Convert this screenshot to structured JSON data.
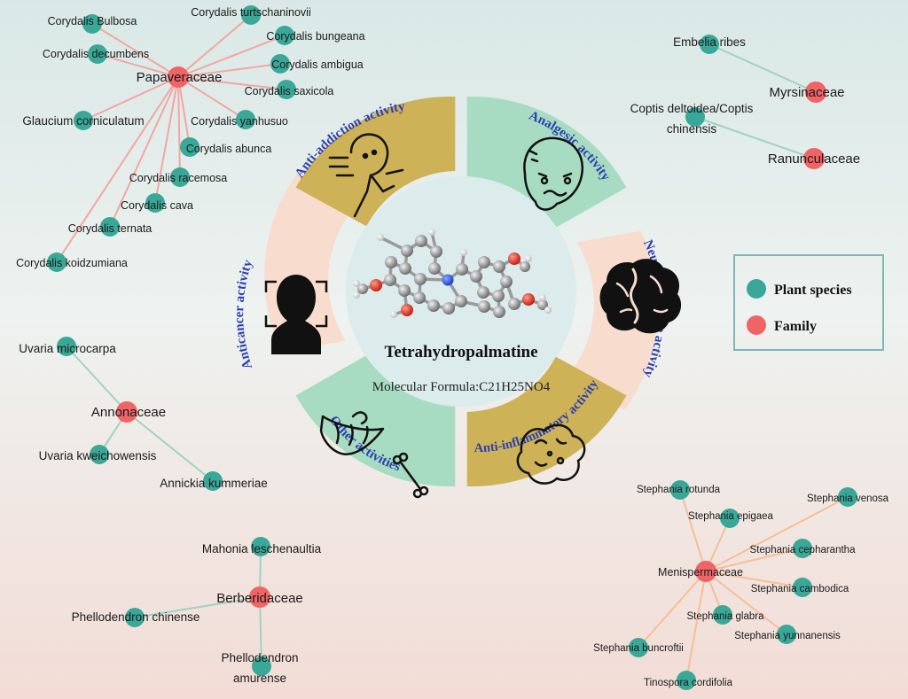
{
  "center": {
    "compound_name": "Tetrahydropalmatine",
    "formula": "Molecular Formula:C21H25NO4"
  },
  "activities": {
    "analgesic": "Analgesic activity",
    "neuroprotective": "Neuroprotective activity",
    "anti_inflammatory": "Anti-inflammatory activity",
    "other": "Other activities",
    "anticancer": "Anticancer activity",
    "anti_addiction": "Anti-addiction activity"
  },
  "legend": {
    "plant_species": "Plant species",
    "family": "Family"
  },
  "families": {
    "papaveraceae": "Papaveraceae",
    "myrsinaceae": "Myrsinaceae",
    "ranunculaceae": "Ranunculaceae",
    "annonaceae": "Annonaceae",
    "berberidaceae": "Berberidaceae",
    "menispermaceae": "Menispermaceae"
  },
  "species": {
    "corydalis_bulbosa": "Corydalis Bulbosa",
    "corydalis_turtschaninovii": "Corydalis turtschaninovii",
    "corydalis_decumbens": "Corydalis decumbens",
    "corydalis_bungeana": "Corydalis bungeana",
    "corydalis_ambigua": "Corydalis ambigua",
    "corydalis_saxicola": "Corydalis saxicola",
    "glaucium_corniculatum": "Glaucium corniculatum",
    "corydalis_yanhusuo": "Corydalis yanhusuo",
    "corydalis_abunca": "Corydalis abunca",
    "corydalis_racemosa": "Corydalis racemosa",
    "corydalis_cava": "Corydalis cava",
    "corydalis_ternata": "Corydalis ternata",
    "corydalis_koidzumiana": "Corydalis koidzumiana",
    "embelia_ribes": "Embelia ribes",
    "coptis_line1": "Coptis deltoidea/Coptis",
    "coptis_line2": "chinensis",
    "uvaria_microcarpa": "Uvaria microcarpa",
    "uvaria_kweichowensis": "Uvaria kweichowensis",
    "annickia_kummeriae": "Annickia kummeriae",
    "mahonia_leschenaultia": "Mahonia leschenaultia",
    "phellodendron_chinense": "Phellodendron chinense",
    "phellodendron_amurense_1": "Phellodendron",
    "phellodendron_amurense_2": "amurense",
    "stephania_rotunda": "Stephania rotunda",
    "stephania_venosa": "Stephania venosa",
    "stephania_epigaea": "Stephania epigaea",
    "stephania_cepharantha": "Stephania cepharantha",
    "stephania_cambodica": "Stephania cambodica",
    "stephania_glabra": "Stephania glabra",
    "stephania_yunnanensis": "Stephania yunnanensis",
    "stephania_buncroftii": "Stephania buncroftii",
    "tinospora_cordifolia": "Tinospora cordifolia"
  },
  "colors": {
    "plant_node": "#3aa898",
    "family_node": "#f06466",
    "gold_segment": "#cdb257",
    "green_segment": "#a7dcc2",
    "peach_segment": "#f8dccd",
    "activity_text": "#2c3fb0",
    "edge_pink": "#f2a7a0",
    "edge_green": "#9fd3c2",
    "edge_orange": "#f5bf94"
  }
}
